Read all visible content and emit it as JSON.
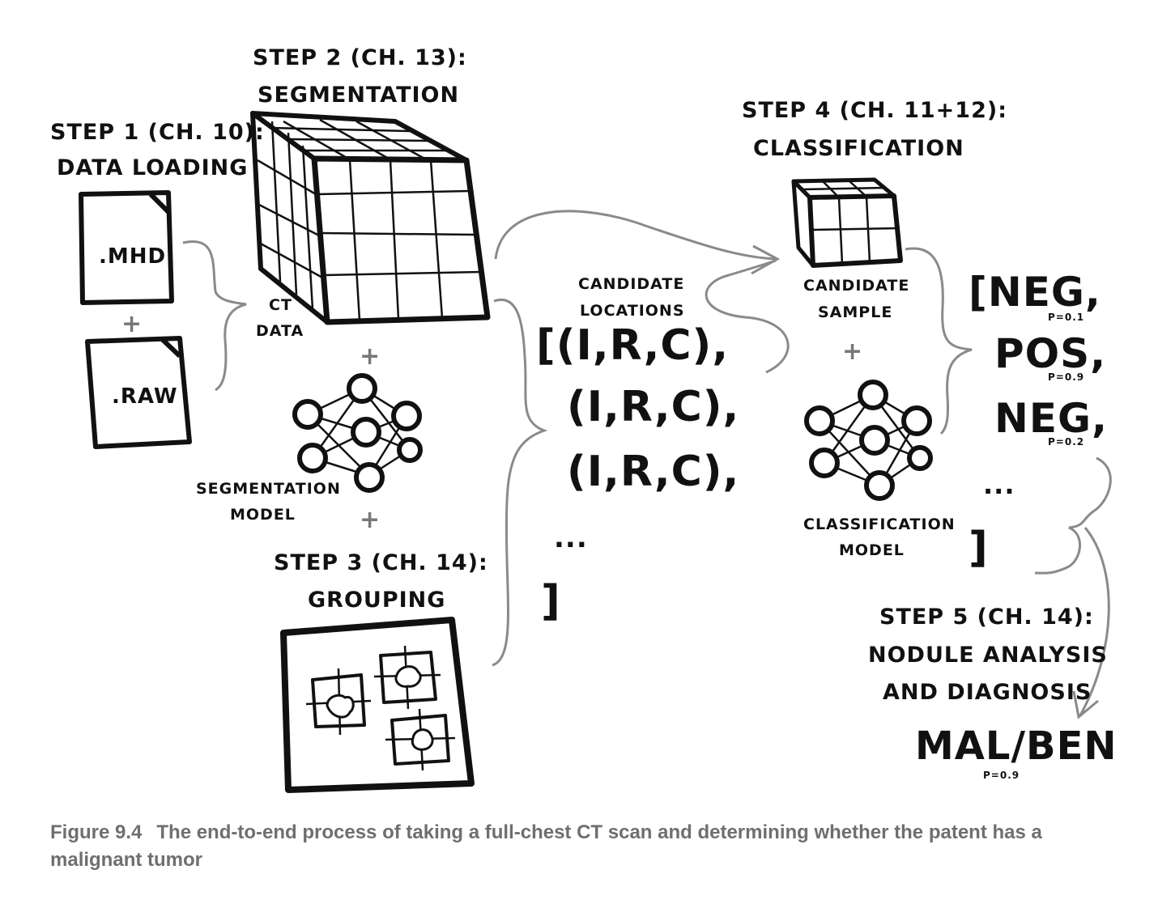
{
  "step1": {
    "title": "STEP 1 (CH. 10):",
    "subtitle": "DATA LOADING",
    "file_mhd": ".MHD",
    "plus": "+",
    "file_raw": ".RAW"
  },
  "ct_label": [
    "CT",
    "DATA"
  ],
  "step2": {
    "title": "STEP 2 (CH. 13):",
    "subtitle": "SEGMENTATION"
  },
  "plus": "+",
  "segmentation_model": [
    "SEGMENTATION",
    "MODEL"
  ],
  "step3": {
    "title": "STEP 3 (CH. 14):",
    "subtitle": "GROUPING"
  },
  "candidate_locations": {
    "label": [
      "CANDIDATE",
      "LOCATIONS"
    ],
    "lines": [
      "[(I,R,C),",
      "(I,R,C),",
      "(I,R,C),",
      "...",
      "]"
    ]
  },
  "step4": {
    "title": "STEP 4 (CH. 11+12):",
    "subtitle": "CLASSIFICATION"
  },
  "candidate_sample": [
    "CANDIDATE",
    "SAMPLE"
  ],
  "classification_model": [
    "CLASSIFICATION",
    "MODEL"
  ],
  "predictions": {
    "items": [
      {
        "label": "[NEG,",
        "prob": "P=0.1"
      },
      {
        "label": "POS,",
        "prob": "P=0.9"
      },
      {
        "label": "NEG,",
        "prob": "P=0.2"
      }
    ],
    "ellipsis": "...",
    "close": "]"
  },
  "step5": {
    "title": "STEP 5 (CH. 14):",
    "line1": "NODULE ANALYSIS",
    "line2": "AND DIAGNOSIS",
    "result": "MAL/BEN",
    "prob": "P=0.9"
  },
  "caption": {
    "figure": "Figure 9.4",
    "text": "The end-to-end process of taking a full-chest CT scan and determining whether the patent has a malignant tumor"
  },
  "colors": {
    "ink": "#111111",
    "connector": "#8a8a8a",
    "caption": "#6f6f6f"
  }
}
